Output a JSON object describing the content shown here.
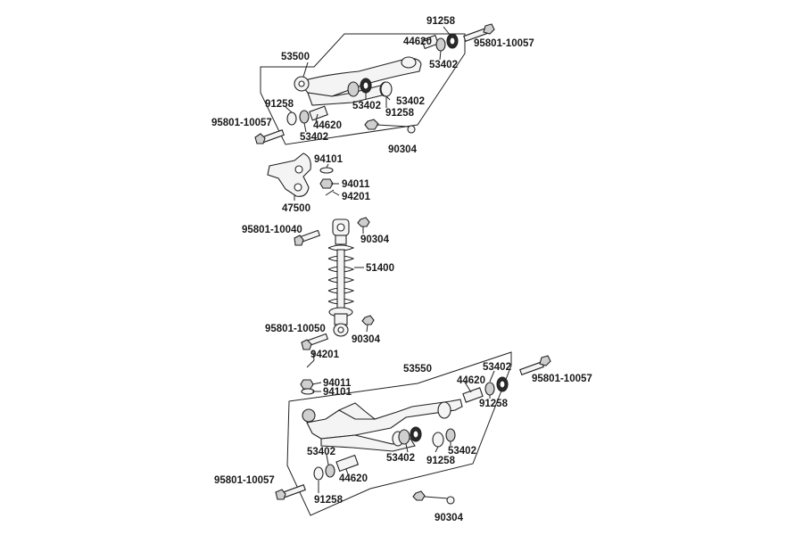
{
  "labels": {
    "l_91258_top": "91258",
    "l_44620_top": "44620",
    "l_95801_10057_top": "95801-10057",
    "l_53500": "53500",
    "l_53402_top_r": "53402",
    "l_53402_mid_a": "53402",
    "l_53402_mid_b": "53402",
    "l_91258_mid": "91258",
    "l_91258_left": "91258",
    "l_44620_left": "44620",
    "l_53402_left": "53402",
    "l_95801_10057_left": "95801-10057",
    "l_90304_top": "90304",
    "l_94101_top": "94101",
    "l_94011_top": "94011",
    "l_94201_top": "94201",
    "l_47500": "47500",
    "l_95801_10040": "95801-10040",
    "l_90304_mid": "90304",
    "l_51400": "51400",
    "l_95801_10050": "95801-10050",
    "l_90304_low": "90304",
    "l_94201_low": "94201",
    "l_94011_low": "94011",
    "l_94101_low": "94101",
    "l_53550": "53550",
    "l_53402_low_r": "53402",
    "l_95801_10057_right": "95801-10057",
    "l_44620_low_r": "44620",
    "l_91258_low_r": "91258",
    "l_53402_low_mid": "53402",
    "l_53402_low_mid2": "53402",
    "l_91258_low_mid": "91258",
    "l_53402_low_left": "53402",
    "l_44620_low_left": "44620",
    "l_95801_10057_bottom": "95801-10057",
    "l_91258_bottom": "91258",
    "l_90304_bottom": "90304"
  }
}
